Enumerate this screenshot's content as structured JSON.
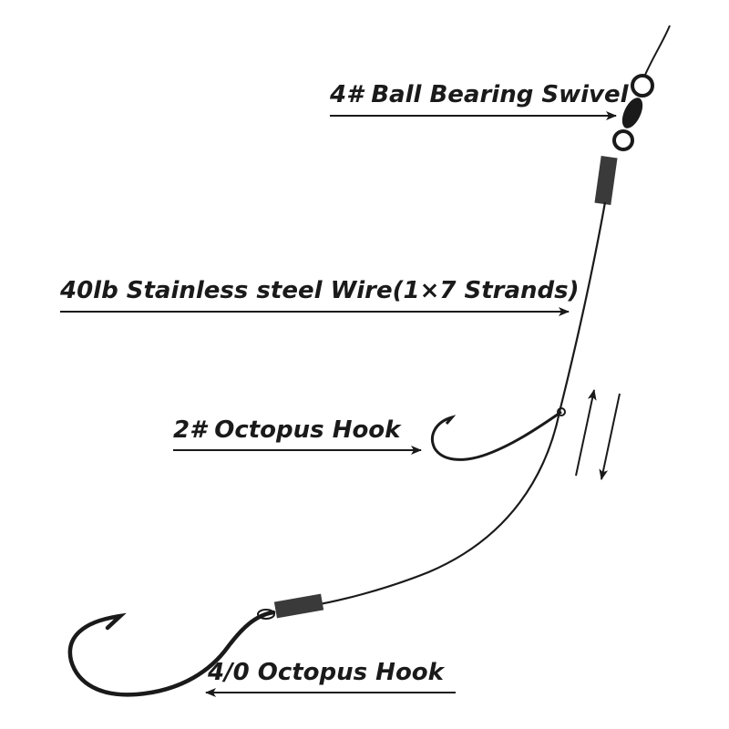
{
  "labels": {
    "swivel": "4# Ball Bearing Swivel",
    "wire": "40lb Stainless steel Wire(1×7 Strands)",
    "small_hook": "2# Octopus Hook",
    "large_hook": "4/0 Octopus Hook"
  },
  "colors": {
    "ink": "#1a1a1a",
    "sleeve": "#3a3a3a",
    "background": "#ffffff"
  }
}
